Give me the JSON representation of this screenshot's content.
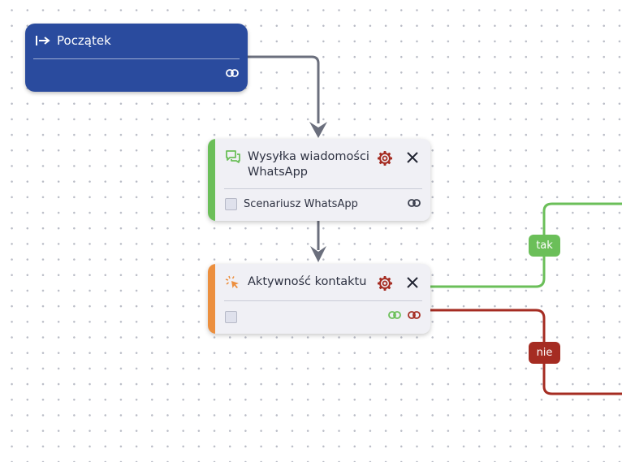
{
  "nodes": {
    "start": {
      "title": "Początek",
      "icon": "arrow-right-to-bar-icon",
      "link_icon": "link-icon"
    },
    "whatsapp": {
      "title": "Wysyłka wiadomości WhatsApp",
      "icon": "chat-bubbles-icon",
      "subtitle": "Scenariusz WhatsApp",
      "accent_color": "#6bbf59"
    },
    "activity": {
      "title": "Aktywność kontaktu",
      "icon": "cursor-click-icon",
      "accent_color": "#ec8f3e"
    }
  },
  "edges": {
    "yes_label": "tak",
    "no_label": "nie",
    "yes_color": "#6bbf59",
    "no_color": "#a52c22",
    "default_color": "#6b6f7d"
  },
  "colors": {
    "start_bg": "#2a4b9e",
    "gear": "#a52c22"
  }
}
